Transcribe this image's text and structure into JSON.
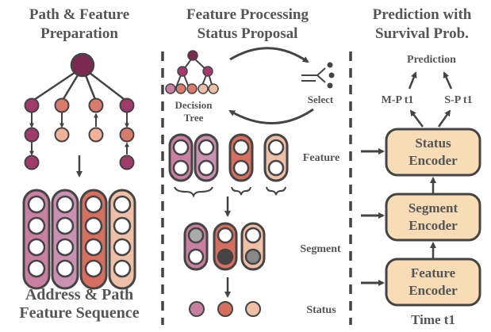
{
  "panels": {
    "left_title": [
      "Path & Feature",
      "Preparation"
    ],
    "mid_title": [
      "Feature Processing",
      "Status Proposal"
    ],
    "right_title": [
      "Prediction with",
      "Survival Prob."
    ]
  },
  "left": {
    "bottom_caption": [
      "Address & Path",
      "Feature Sequence"
    ]
  },
  "middle": {
    "tree_label": [
      "Decision",
      "Tree"
    ],
    "select_label": "Select"
  },
  "row_labels": {
    "feature": "Feature",
    "segment": "Segment",
    "status": "Status"
  },
  "right": {
    "prediction": "Prediction",
    "mp": "M-P t1",
    "sp": "S-P t1",
    "status_encoder": [
      "Status",
      "Encoder"
    ],
    "segment_encoder": [
      "Segment",
      "Encoder"
    ],
    "feature_encoder": [
      "Feature",
      "Encoder"
    ],
    "time": "Time t1"
  },
  "colors": {
    "root": "#7a2a4f",
    "magenta": "#a23a6a",
    "coral": "#d97b6c",
    "peach": "#f0b39a",
    "pink_col": "#c97f9f",
    "coral_col": "#d66f5f",
    "peach_col": "#efc0a8",
    "mauve_col": "#c990b0",
    "encoder": "#f7dcb5",
    "outline": "#444444",
    "divider": "#444444"
  }
}
